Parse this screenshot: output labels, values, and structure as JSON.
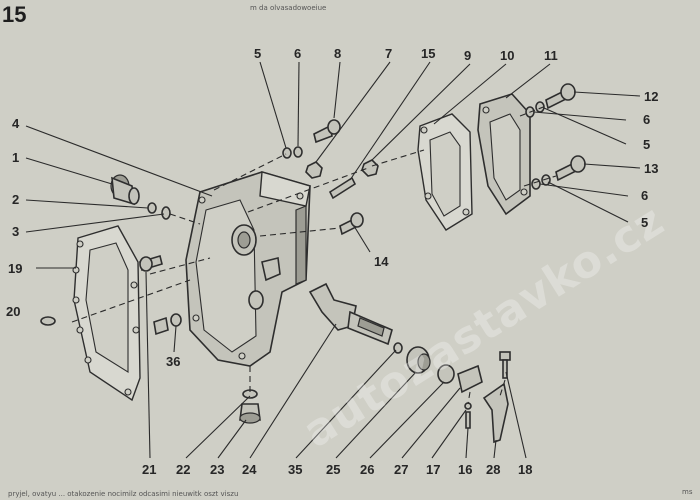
{
  "figure_number": "15",
  "header_text": "m da olvasadowoeiue",
  "watermark": "autozastavko.cz",
  "footer_text": "pryjel, ovatyu ... otakozenie nocimilz odcasimi nieuwitk oszt viszu",
  "corner_text": "ms",
  "part_numbers": {
    "p1": "1",
    "p2": "2",
    "p3": "3",
    "p4": "4",
    "p5a": "5",
    "p5b": "5",
    "p5c": "5",
    "p6a": "6",
    "p6b": "6",
    "p6c": "6",
    "p7": "7",
    "p8": "8",
    "p9": "9",
    "p10": "10",
    "p11": "11",
    "p12": "12",
    "p13": "13",
    "p14": "14",
    "p15": "15",
    "p16": "16",
    "p17": "17",
    "p18": "18",
    "p19": "19",
    "p20": "20",
    "p21": "21",
    "p22": "22",
    "p23": "23",
    "p24": "24",
    "p25": "25",
    "p26": "26",
    "p27": "27",
    "p28": "28",
    "p35": "35",
    "p36": "36"
  }
}
